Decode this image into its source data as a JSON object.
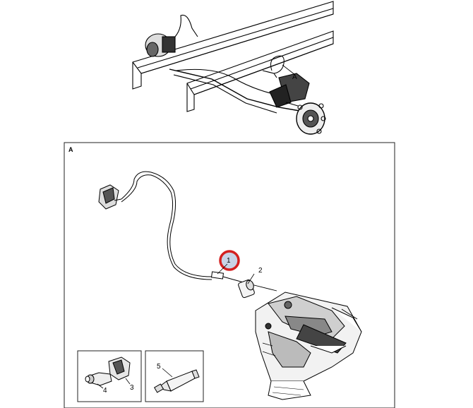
{
  "callouts": {
    "top_a": "A",
    "detail_a": "A",
    "part_1": "1",
    "part_2": "2",
    "part_3": "3",
    "part_4": "4",
    "part_5": "5"
  },
  "colors": {
    "line": "#000000",
    "highlight_ring": "#d42020",
    "highlight_fill": "#c9d3e6",
    "frame": "#222222"
  },
  "icons": [
    "axle-assembly",
    "wheel-speed-sensor",
    "sensor-bushing",
    "brake-caliper",
    "connector-clip",
    "grease-tube"
  ]
}
